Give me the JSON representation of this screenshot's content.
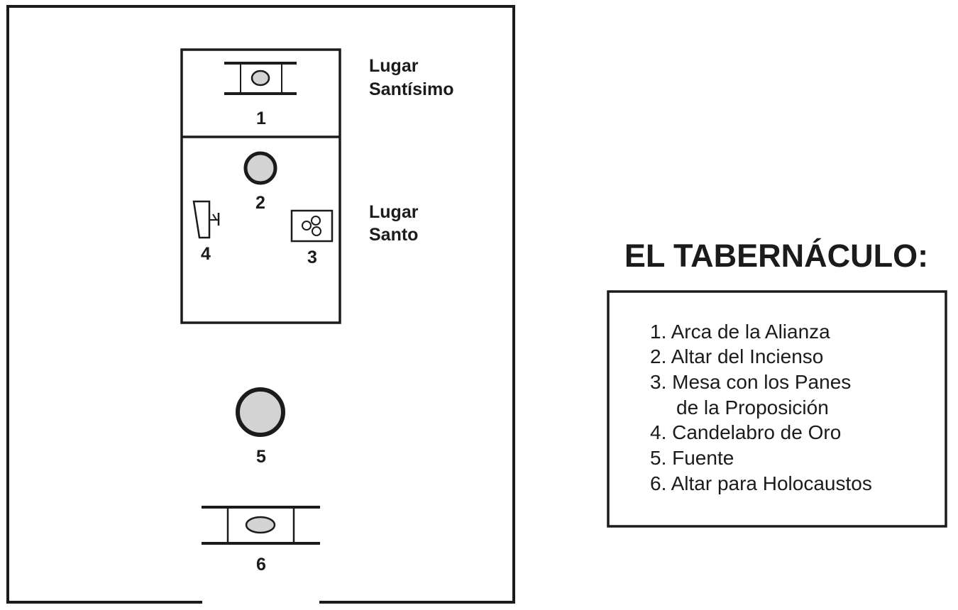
{
  "areas": {
    "holiest": [
      "Lugar",
      "Santísimo"
    ],
    "holy": [
      "Lugar",
      "Santo"
    ]
  },
  "markers": {
    "ark": "1",
    "incense_altar": "2",
    "table": "3",
    "lampstand": "4",
    "laver": "5",
    "burnt_altar": "6"
  },
  "title": "EL TABERNÁCULO:",
  "legend": [
    "1. Arca de la Alianza",
    "2. Altar del Incienso",
    "3. Mesa con los Panes",
    "de la Proposición",
    "4. Candelabro de Oro",
    "5. Fuente",
    "6. Altar para Holocaustos"
  ],
  "colors": {
    "ink": "#1b1b1b",
    "fill_gray": "#d3d3d3",
    "background": "#ffffff"
  }
}
